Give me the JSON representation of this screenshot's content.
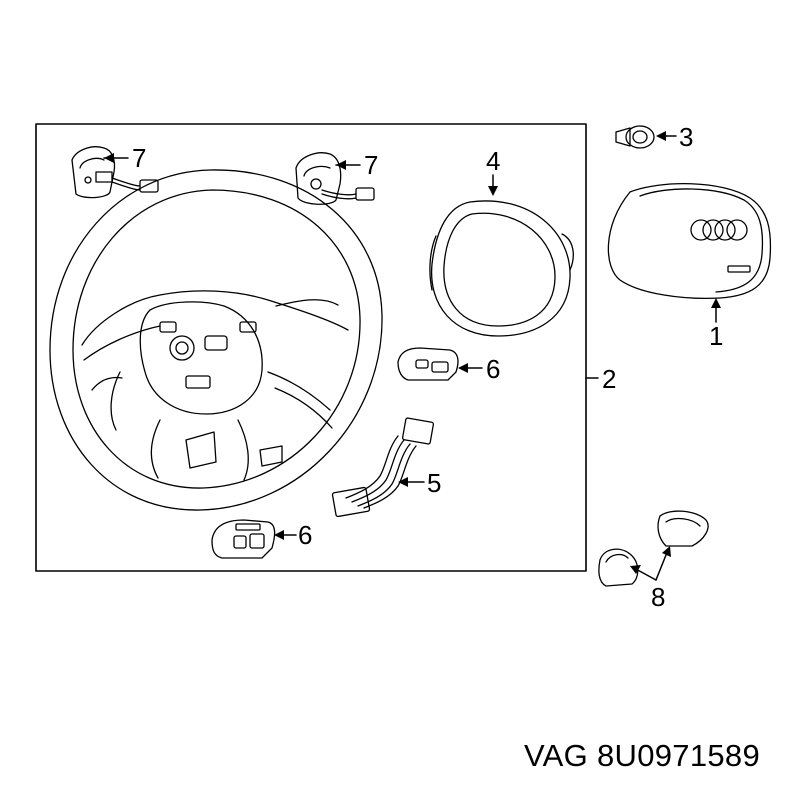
{
  "callouts": {
    "c1": "1",
    "c2": "2",
    "c3": "3",
    "c4": "4",
    "c5": "5",
    "c6a": "6",
    "c6b": "6",
    "c7a": "7",
    "c7b": "7",
    "c8": "8"
  },
  "caption": "VAG 8U0971589"
}
